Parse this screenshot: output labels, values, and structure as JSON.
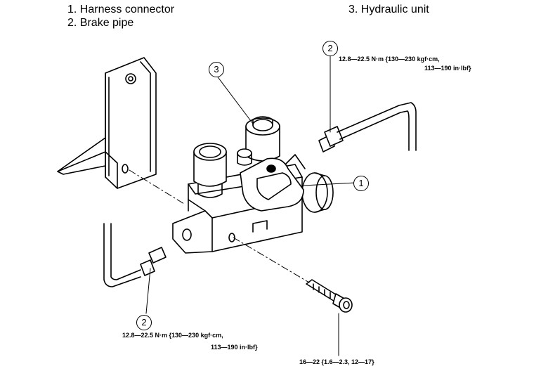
{
  "legend": {
    "item1": "1. Harness connector",
    "item2": "2. Brake pipe",
    "item3": "3. Hydraulic unit"
  },
  "callouts": {
    "c1": "1",
    "c2_top": "2",
    "c2_bottom": "2",
    "c3": "3"
  },
  "torque": {
    "pipe_top_line1": "12.8—22.5 N·m {130—230 kgf·cm,",
    "pipe_top_line2": "113—190 in·lbf}",
    "pipe_bottom_line1": "12.8—22.5 N·m {130—230 kgf·cm,",
    "pipe_bottom_line2": "113—190 in·lbf}",
    "bolt": "16—22 {1.6—2.3, 12—17}"
  }
}
